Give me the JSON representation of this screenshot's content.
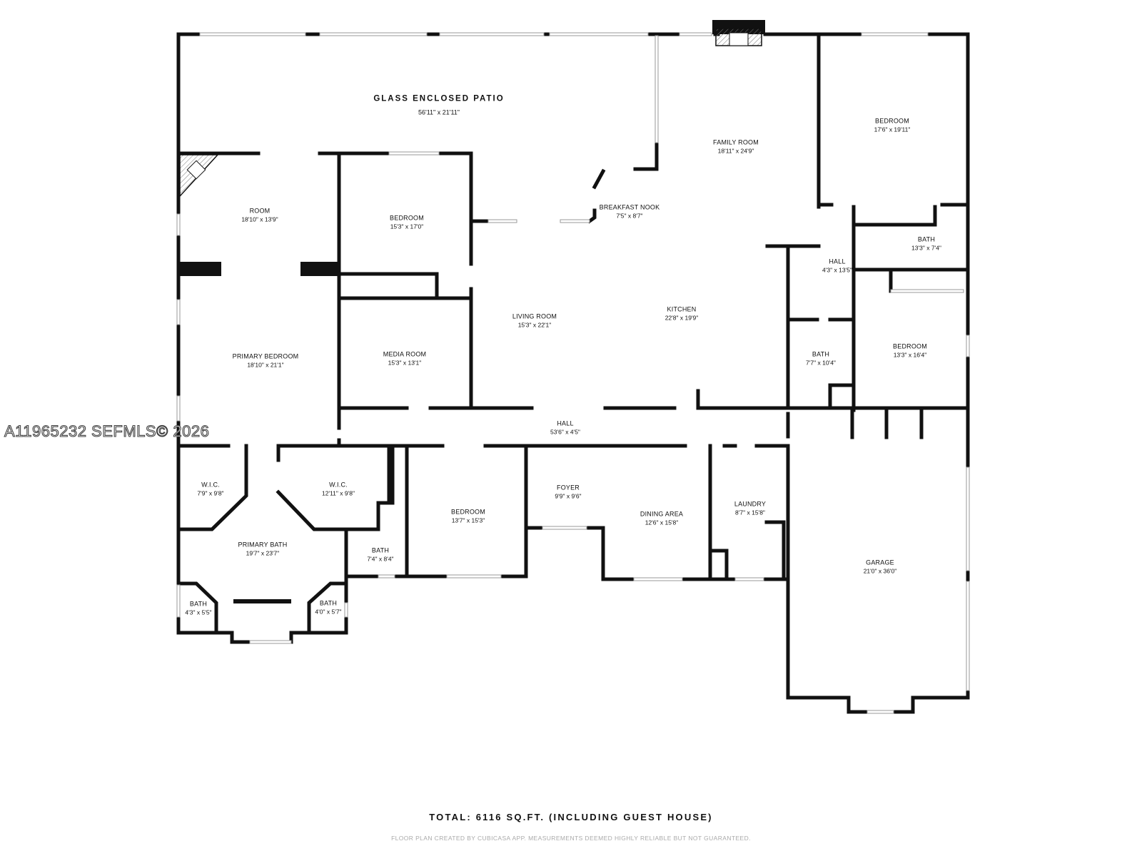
{
  "rooms": {
    "patio": {
      "name": "GLASS ENCLOSED PATIO",
      "dims": "56'11\" x 21'11\""
    },
    "family": {
      "name": "FAMILY ROOM",
      "dims": "18'11\" x 24'9\""
    },
    "bedroom_ne": {
      "name": "BEDROOM",
      "dims": "17'6\" x 19'11\""
    },
    "room": {
      "name": "ROOM",
      "dims": "18'10\" x 13'9\""
    },
    "bedroom_n": {
      "name": "BEDROOM",
      "dims": "15'3\" x 17'0\""
    },
    "nook": {
      "name": "BREAKFAST NOOK",
      "dims": "7'5\" x 8'7\""
    },
    "bath_ne": {
      "name": "BATH",
      "dims": "13'3\" x 7'4\""
    },
    "hall_e": {
      "name": "HALL",
      "dims": "4'3\" x 13'5\""
    },
    "living": {
      "name": "LIVING ROOM",
      "dims": "15'3\" x 22'1\""
    },
    "kitchen": {
      "name": "KITCHEN",
      "dims": "22'8\" x 19'9\""
    },
    "primary": {
      "name": "PRIMARY BEDROOM",
      "dims": "18'10\" x 21'1\""
    },
    "media": {
      "name": "MEDIA ROOM",
      "dims": "15'3\" x 13'1\""
    },
    "bath_e": {
      "name": "BATH",
      "dims": "7'7\" x 10'4\""
    },
    "bedroom_e": {
      "name": "BEDROOM",
      "dims": "13'3\" x 16'4\""
    },
    "hall_main": {
      "name": "HALL",
      "dims": "53'6\" x 4'5\""
    },
    "wic_1": {
      "name": "W.I.C.",
      "dims": "7'9\" x 9'8\""
    },
    "wic_2": {
      "name": "W.I.C.",
      "dims": "12'11\" x 9'8\""
    },
    "bedroom_s": {
      "name": "BEDROOM",
      "dims": "13'7\" x 15'3\""
    },
    "foyer": {
      "name": "FOYER",
      "dims": "9'9\" x 9'6\""
    },
    "laundry": {
      "name": "LAUNDRY",
      "dims": "8'7\" x 15'8\""
    },
    "dining": {
      "name": "DINING AREA",
      "dims": "12'6\" x 15'8\""
    },
    "primary_bath": {
      "name": "PRIMARY BATH",
      "dims": "19'7\" x 23'7\""
    },
    "bath_s": {
      "name": "BATH",
      "dims": "7'4\" x 8'4\""
    },
    "garage": {
      "name": "GARAGE",
      "dims": "21'0\" x 36'0\""
    },
    "bath_sw1": {
      "name": "BATH",
      "dims": "4'3\" x 5'5\""
    },
    "bath_sw2": {
      "name": "BATH",
      "dims": "4'0\" x 5'7\""
    }
  },
  "watermark": "A11965232  SEFMLS© 2026",
  "total": "TOTAL: 6116 SQ.FT. (INCLUDING GUEST HOUSE)",
  "disclaimer": "FLOOR PLAN CREATED BY CUBICASA APP. MEASUREMENTS DEEMED HIGHLY RELIABLE BUT NOT GUARANTEED.",
  "colors": {
    "wall": "#111111",
    "window": "#999999",
    "hatch": "#777777",
    "watermark_outline": "#444444"
  }
}
